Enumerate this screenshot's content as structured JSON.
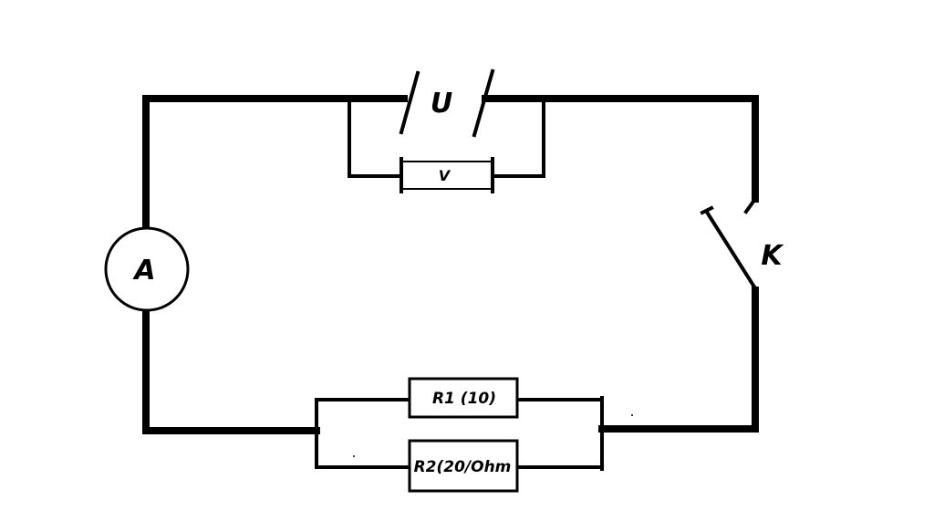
{
  "diagram": {
    "battery_label": "U",
    "voltmeter_label": "V",
    "ammeter_label": "A",
    "switch_label": "K",
    "resistor1_label": "R1 (10)",
    "resistor2_label": "R2(20/Ohm"
  },
  "colors": {
    "ink": "#000000",
    "background": "#ffffff"
  }
}
